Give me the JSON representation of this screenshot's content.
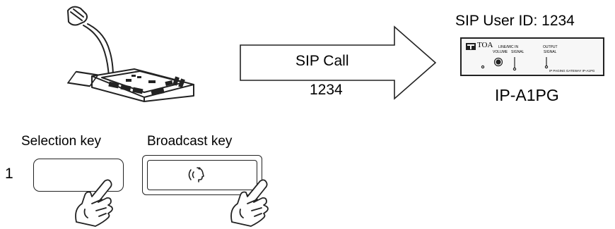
{
  "arrow": {
    "top_label": "SIP Call",
    "bottom_label": "1234"
  },
  "gateway": {
    "header": "SIP User ID: 1234",
    "name": "IP-A1PG",
    "panel": {
      "brand": "TOA",
      "input_label": "LINE/MIC IN",
      "volume_label": "VOLUME",
      "signal_label_1": "SIGNAL",
      "output_label": "OUTPUT",
      "signal_label_2": "SIGNAL",
      "footer": "IP PAGING GATEWAY   IP-A1PG"
    }
  },
  "keys": {
    "row_number": "1",
    "selection_label": "Selection key",
    "broadcast_label": "Broadcast key"
  },
  "icons": {
    "microphone_console": "paging-console-icon",
    "hand": "pressing-hand-icon",
    "broadcast": "speaking-head-icon"
  },
  "colors": {
    "line": "#222222",
    "panel_fill": "#f7f7f7"
  }
}
